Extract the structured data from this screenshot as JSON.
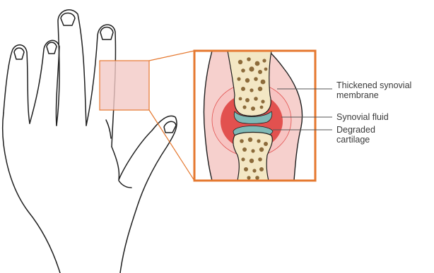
{
  "labels": {
    "membrane": [
      "Thickened synovial",
      "membrane"
    ],
    "fluid": [
      "Synovial fluid"
    ],
    "cartilage": [
      "Degraded",
      "cartilage"
    ]
  },
  "colors": {
    "outline": "#1f1f1f",
    "callout": "#e5782f",
    "highlight": "#f3c9c6",
    "inflamed_area": "#e2514f",
    "synovial_halo": "#f7c4c2",
    "cartilage": "#7fb9b6",
    "bone": "#f3e7c4",
    "marrow": "#8c6b3b",
    "leader_line": "#555555"
  }
}
